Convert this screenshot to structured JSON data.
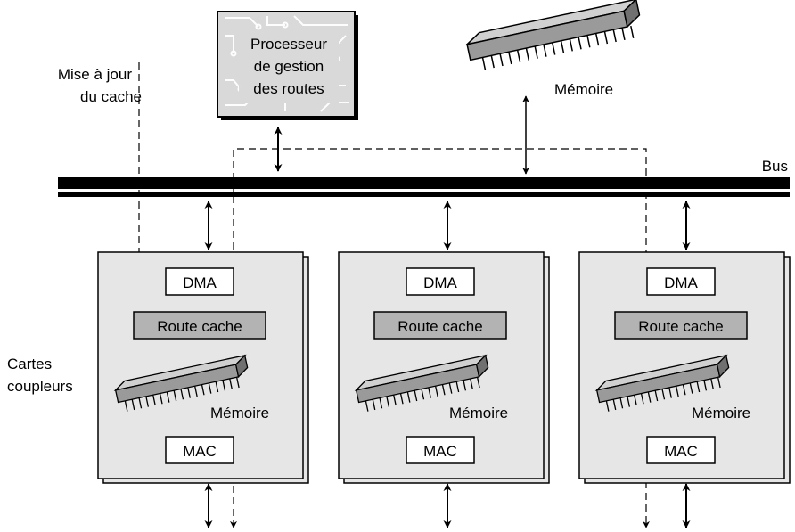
{
  "processor": {
    "lines": [
      "Processeur",
      "de gestion",
      "des routes"
    ]
  },
  "main_memory": {
    "label": "Mémoire"
  },
  "cache_update": {
    "lines": [
      "Mise à jour",
      "du cache"
    ]
  },
  "bus": {
    "label": "Bus"
  },
  "cards_label": {
    "lines": [
      "Cartes",
      "coupleurs"
    ]
  },
  "cards": [
    {
      "dma": "DMA",
      "route_cache": "Route cache",
      "memory": "Mémoire",
      "mac": "MAC"
    },
    {
      "dma": "DMA",
      "route_cache": "Route cache",
      "memory": "Mémoire",
      "mac": "MAC"
    },
    {
      "dma": "DMA",
      "route_cache": "Route cache",
      "memory": "Mémoire",
      "mac": "MAC"
    }
  ],
  "colors": {
    "card_fill": "#e6e6e6",
    "route_cache_fill": "#b3b3b3",
    "processor_fill": "#d9d9d9"
  }
}
